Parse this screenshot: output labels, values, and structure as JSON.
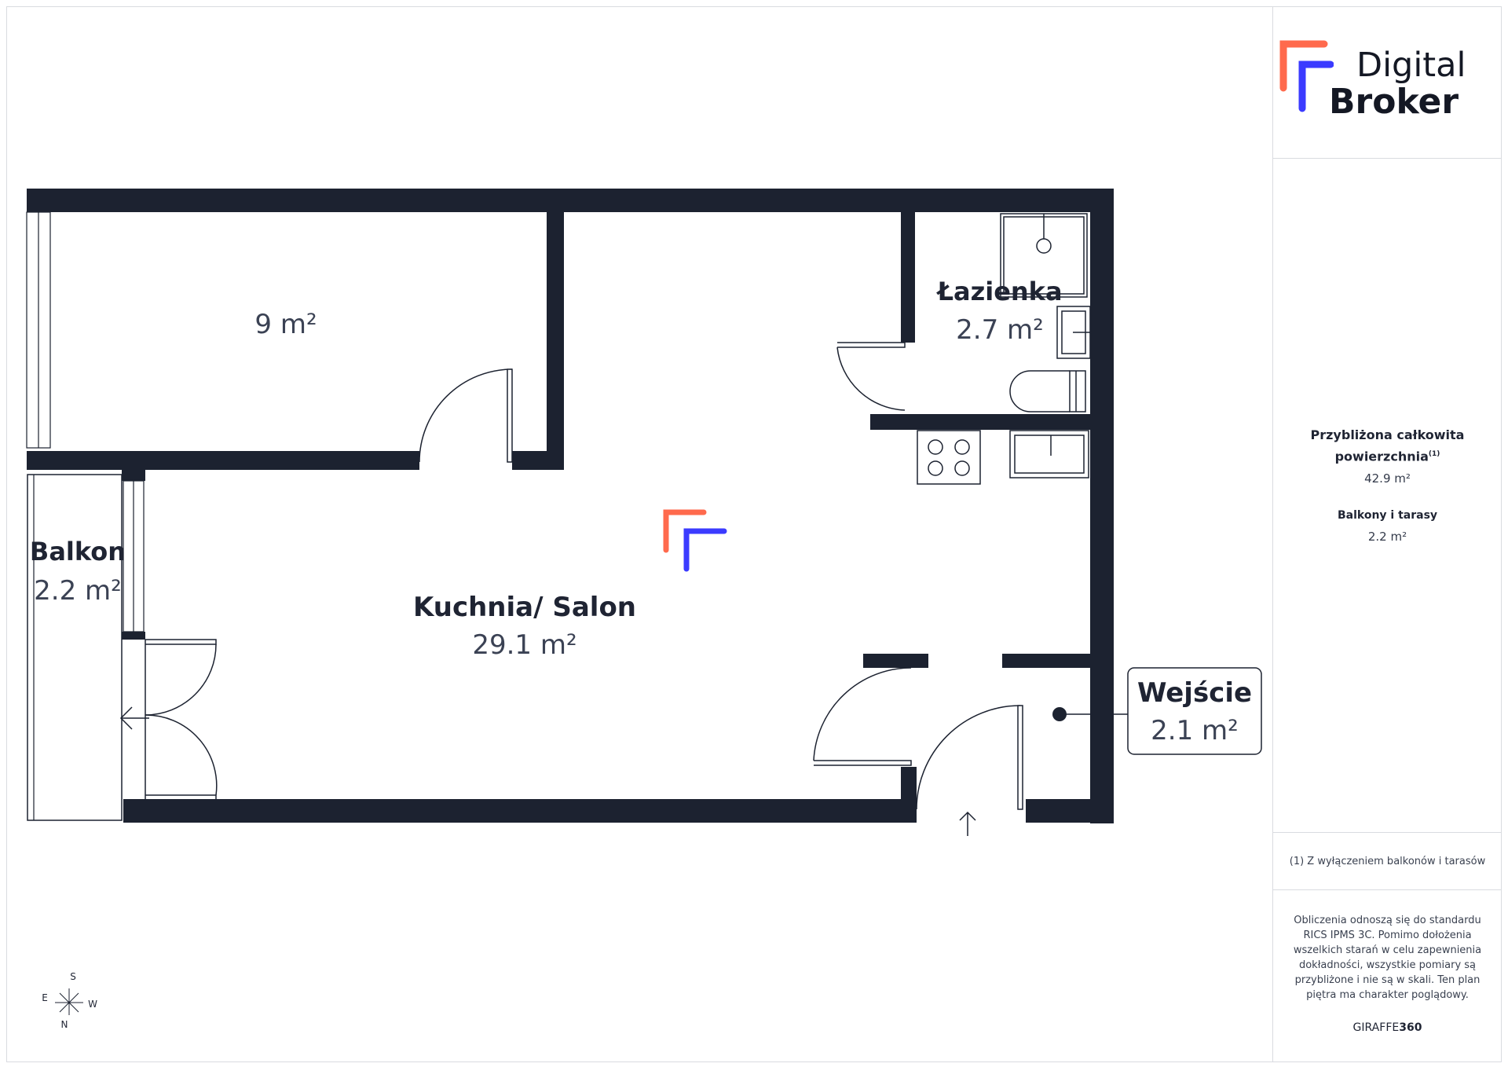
{
  "brand": {
    "line1": "Digital",
    "line2": "Broker",
    "accent_orange": "#ff6a4d",
    "accent_blue": "#3b3bff"
  },
  "rooms": {
    "bedroom": {
      "name": "",
      "area": "9 m²"
    },
    "bathroom": {
      "name": "Łazienka",
      "area": "2.7 m²"
    },
    "balcony": {
      "name": "Balkon",
      "area": "2.2 m²"
    },
    "living": {
      "name": "Kuchnia/ Salon",
      "area": "29.1 m²"
    },
    "entrance": {
      "name": "Wejście",
      "area": "2.1 m²"
    }
  },
  "compass": {
    "s": "S",
    "e": "E",
    "w": "W",
    "n": "N"
  },
  "summary": {
    "total_label_1": "Przybliżona całkowita",
    "total_label_2": "powierzchnia",
    "total_label_sup": "(1)",
    "total_value": "42.9 m²",
    "balconies_label": "Balkony i tarasy",
    "balconies_value": "2.2 m²"
  },
  "footnote": "(1) Z wyłączeniem balkonów i tarasów",
  "disclaimer": [
    "Obliczenia odnoszą się do standardu",
    "RICS IPMS 3C. Pomimo dołożenia",
    "wszelkich starań w celu zapewnienia",
    "dokładności, wszystkie pomiary są",
    "przybliżone i nie są w skali. Ten plan",
    "piętra ma charakter poglądowy."
  ],
  "credit": {
    "prefix": "GIRAFFE",
    "suffix": "360"
  },
  "colors": {
    "wall": "#1c2230",
    "line": "#1c2230",
    "text": "#1f2433",
    "area_text": "#3b4254"
  }
}
